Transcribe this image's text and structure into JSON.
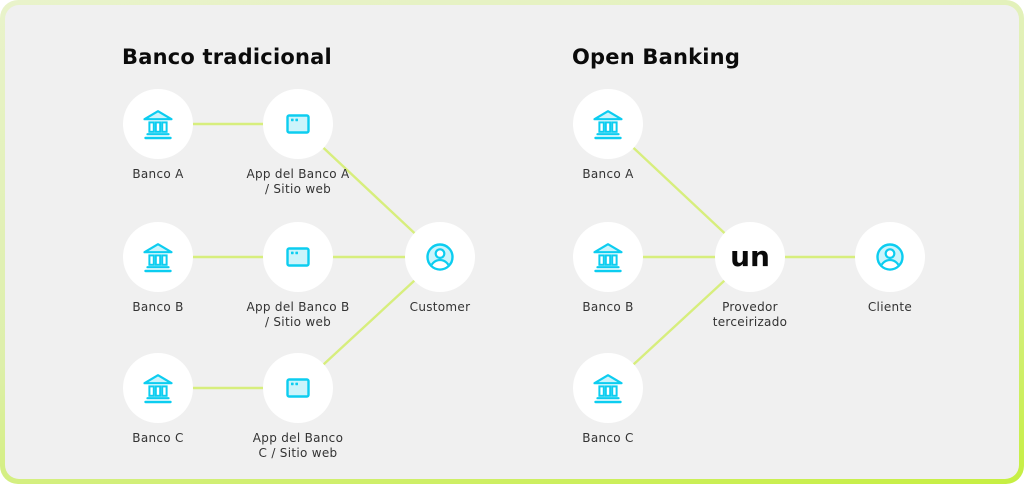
{
  "colors": {
    "panel_background": "#f0f0f0",
    "frame_border_top": "#e9f3cb",
    "frame_border_bottom": "#c6ef41",
    "icon_cyan": "#0ccdf0",
    "icon_cyan_fill": "#ccf4fb",
    "connector_green": "#d7ee7d",
    "title_text": "#0b0b0b",
    "label_text": "#333333"
  },
  "left": {
    "title": "Banco tradicional",
    "nodes": [
      {
        "id": "banco-a",
        "icon": "bank",
        "label": "Banco A"
      },
      {
        "id": "app-banco-a",
        "icon": "browser",
        "label": "App del Banco A\n/ Sitio web"
      },
      {
        "id": "banco-b",
        "icon": "bank",
        "label": "Banco B"
      },
      {
        "id": "app-banco-b",
        "icon": "browser",
        "label": "App del Banco B\n/ Sitio web"
      },
      {
        "id": "banco-c",
        "icon": "bank",
        "label": "Banco C"
      },
      {
        "id": "app-banco-c",
        "icon": "browser",
        "label": "App del Banco\nC / Sitio web"
      },
      {
        "id": "customer",
        "icon": "person",
        "label": "Customer"
      }
    ],
    "edges": [
      [
        "banco-a",
        "app-banco-a"
      ],
      [
        "banco-b",
        "app-banco-b"
      ],
      [
        "banco-c",
        "app-banco-c"
      ],
      [
        "app-banco-a",
        "customer"
      ],
      [
        "app-banco-b",
        "customer"
      ],
      [
        "app-banco-c",
        "customer"
      ]
    ]
  },
  "right": {
    "title": "Open Banking",
    "nodes": [
      {
        "id": "banco-a",
        "icon": "bank",
        "label": "Banco A"
      },
      {
        "id": "banco-b",
        "icon": "bank",
        "label": "Banco B"
      },
      {
        "id": "banco-c",
        "icon": "bank",
        "label": "Banco C"
      },
      {
        "id": "provedor",
        "icon": "un-logo",
        "logo_text": "un",
        "label": "Provedor\nterceirizado"
      },
      {
        "id": "cliente",
        "icon": "person",
        "label": "Cliente"
      }
    ],
    "edges": [
      [
        "banco-a",
        "provedor"
      ],
      [
        "banco-b",
        "provedor"
      ],
      [
        "banco-c",
        "provedor"
      ],
      [
        "provedor",
        "cliente"
      ]
    ]
  }
}
